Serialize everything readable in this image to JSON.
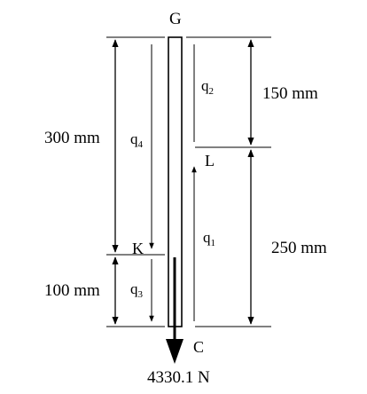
{
  "diagram": {
    "points": {
      "top": "G",
      "mid_right": "L",
      "mid_left": "K",
      "bottom": "C"
    },
    "flows": {
      "q1": "q",
      "q1_sub": "1",
      "q2": "q",
      "q2_sub": "2",
      "q3": "q",
      "q3_sub": "3",
      "q4": "q",
      "q4_sub": "4"
    },
    "dimensions": {
      "left_total": "300 mm",
      "left_bottom": "100 mm",
      "right_top": "150 mm",
      "right_bottom": "250 mm"
    },
    "load": "4330.1 N"
  }
}
